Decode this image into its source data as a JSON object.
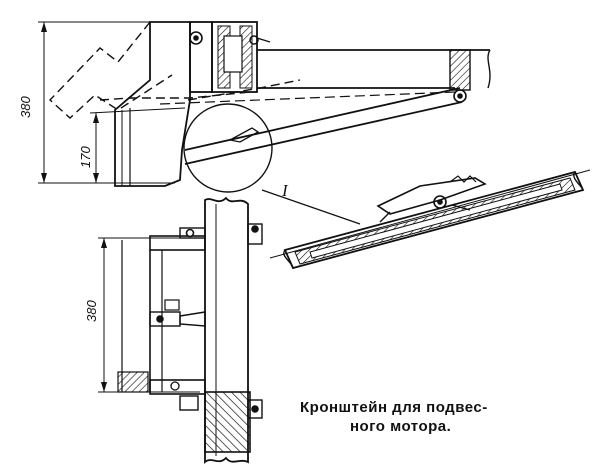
{
  "dimensions": {
    "top_total": "380",
    "top_lower": "170",
    "bottom_total": "380"
  },
  "callout": {
    "detail_marker": "I"
  },
  "caption": {
    "line1": "Кронштейн для подвес-",
    "line2": "ного мотора."
  }
}
